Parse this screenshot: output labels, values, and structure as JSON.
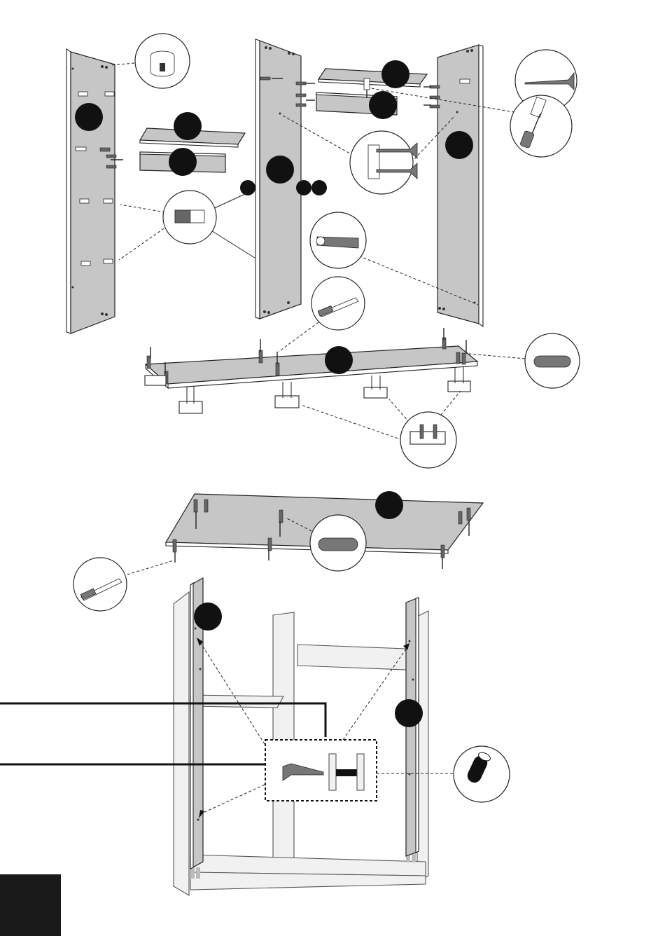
{
  "page": {
    "type": "assembly-instructions",
    "background": "#ffffff",
    "ink": "#1a1a1a",
    "panel_fill": "#c6c6c6"
  },
  "steps": [
    {
      "id": "upper-exploded-view",
      "parts": [
        "left-side-panel",
        "center-divider",
        "right-side-panel",
        "shelf-top",
        "shelf-front",
        "bottom-panel"
      ]
    },
    {
      "id": "top-panel-view",
      "parts": [
        "top-panel"
      ]
    },
    {
      "id": "back-strip-view",
      "parts": [
        "carcass",
        "left-back-strip",
        "right-back-strip"
      ]
    }
  ],
  "hardware_callouts": [
    {
      "icon": "cam-lock-icon"
    },
    {
      "icon": "wood-screw-icon"
    },
    {
      "icon": "allen-key-icon"
    },
    {
      "icon": "bracket-screws-icon"
    },
    {
      "icon": "shelf-support-icon"
    },
    {
      "icon": "confirmat-screw-icon"
    },
    {
      "icon": "cam-bolt-icon"
    },
    {
      "icon": "wooden-dowel-icon"
    },
    {
      "icon": "plinth-block-icon"
    },
    {
      "icon": "dark-dowel-icon"
    }
  ]
}
